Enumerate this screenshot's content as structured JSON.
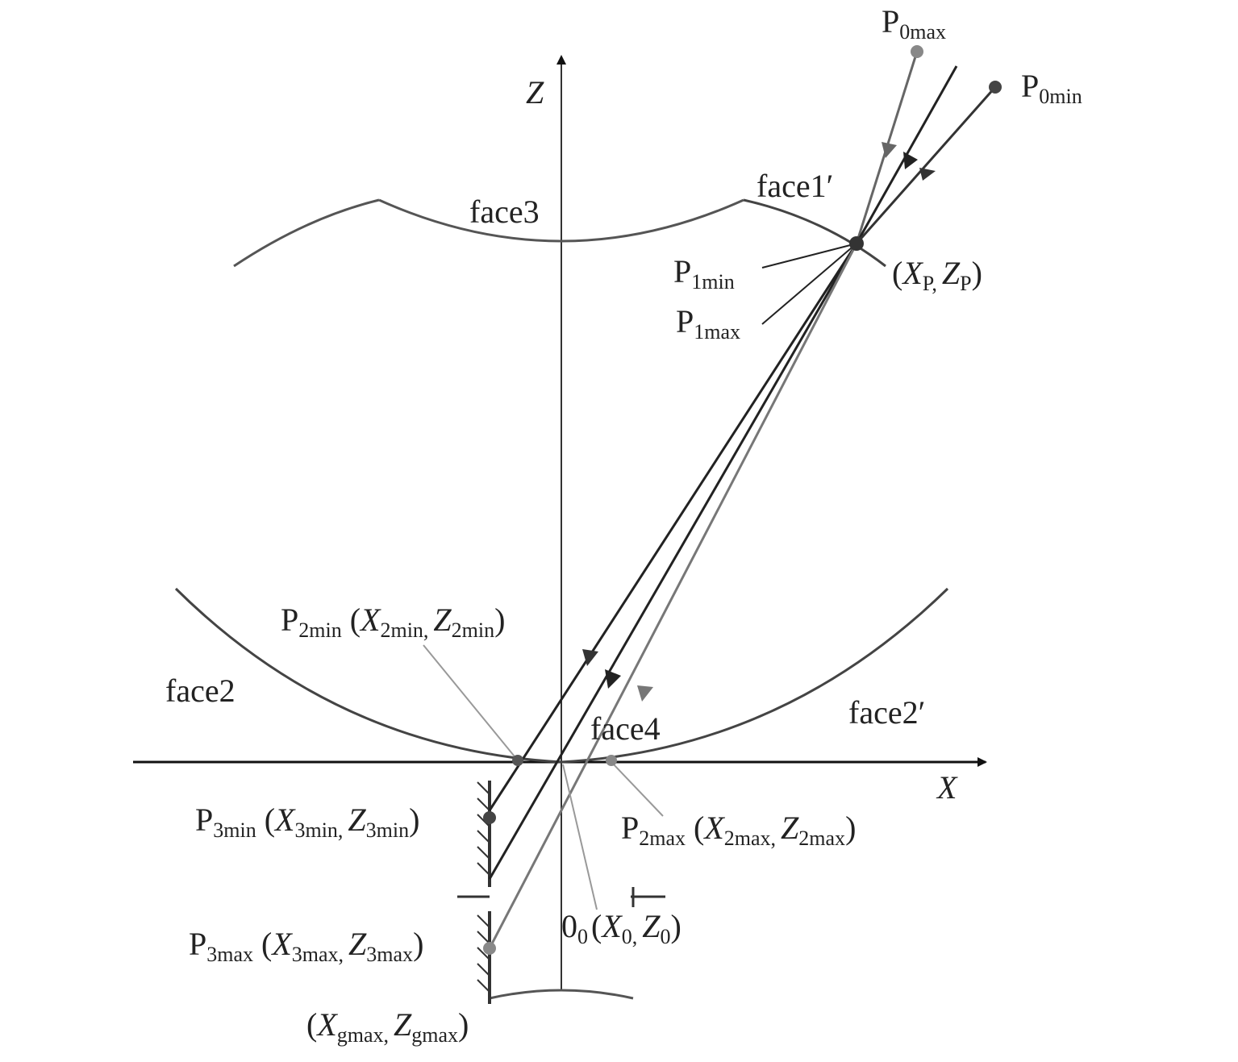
{
  "diagram": {
    "axes": {
      "x": "X",
      "z": "Z"
    },
    "faces": {
      "face1": "face1′",
      "face2": "face2",
      "face2p": "face2′",
      "face3": "face3",
      "face4": "face4"
    },
    "points": {
      "p0max": {
        "base": "P",
        "sub": "0max"
      },
      "p0min": {
        "base": "P",
        "sub": "0min"
      },
      "p1min": {
        "base": "P",
        "sub": "1min"
      },
      "p1max": {
        "base": "P",
        "sub": "1max"
      },
      "xp": {
        "open": "(",
        "x": "X",
        "xsub": "P,",
        "z": "Z",
        "zsub": "P",
        "close": ")"
      },
      "p2min": {
        "base": "P",
        "sub": "2min",
        "open": "(",
        "x": "X",
        "xsub": "2min,",
        "z": "Z",
        "zsub": "2min",
        "close": ")"
      },
      "p2max": {
        "base": "P",
        "sub": "2max",
        "open": "(",
        "x": "X",
        "xsub": "2max,",
        "z": "Z",
        "zsub": "2max",
        "close": ")"
      },
      "p3min": {
        "base": "P",
        "sub": "3min",
        "open": "(",
        "x": "X",
        "xsub": "3min,",
        "z": "Z",
        "zsub": "3min",
        "close": ")"
      },
      "p3max": {
        "base": "P",
        "sub": "3max",
        "open": "(",
        "x": "X",
        "xsub": "3max,",
        "z": "Z",
        "zsub": "3max",
        "close": ")"
      },
      "o0": {
        "base": "0",
        "sub": "0",
        "open": "(",
        "x": "X",
        "xsub": "0,",
        "z": "Z",
        "zsub": "0",
        "close": ")"
      },
      "xg": {
        "open": "(",
        "x": "X",
        "xsub": "gmax,",
        "z": "Z",
        "zsub": "gmax",
        "close": ")"
      }
    }
  }
}
